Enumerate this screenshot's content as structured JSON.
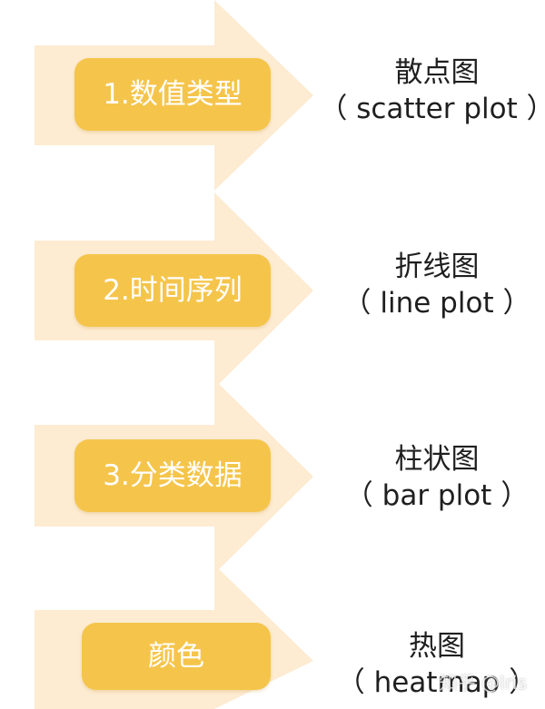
{
  "colors": {
    "arrow": "#fdebd2",
    "pill": "#f5c54b",
    "pill_text": "#ffffff",
    "label_text": "#1f1f1f"
  },
  "steps": [
    {
      "pill": "1.数值类型",
      "label_cn": "散点图",
      "label_en": "（ scatter plot ）"
    },
    {
      "pill": "2.时间序列",
      "label_cn": "折线图",
      "label_en": "（ line plot ）"
    },
    {
      "pill": "3.分类数据",
      "label_cn": "柱状图",
      "label_en": "（ bar plot ）"
    },
    {
      "pill": "颜色",
      "label_cn": "热图",
      "label_en": "（ heatmap ）"
    }
  ],
  "watermark": "知乎 @Iris"
}
